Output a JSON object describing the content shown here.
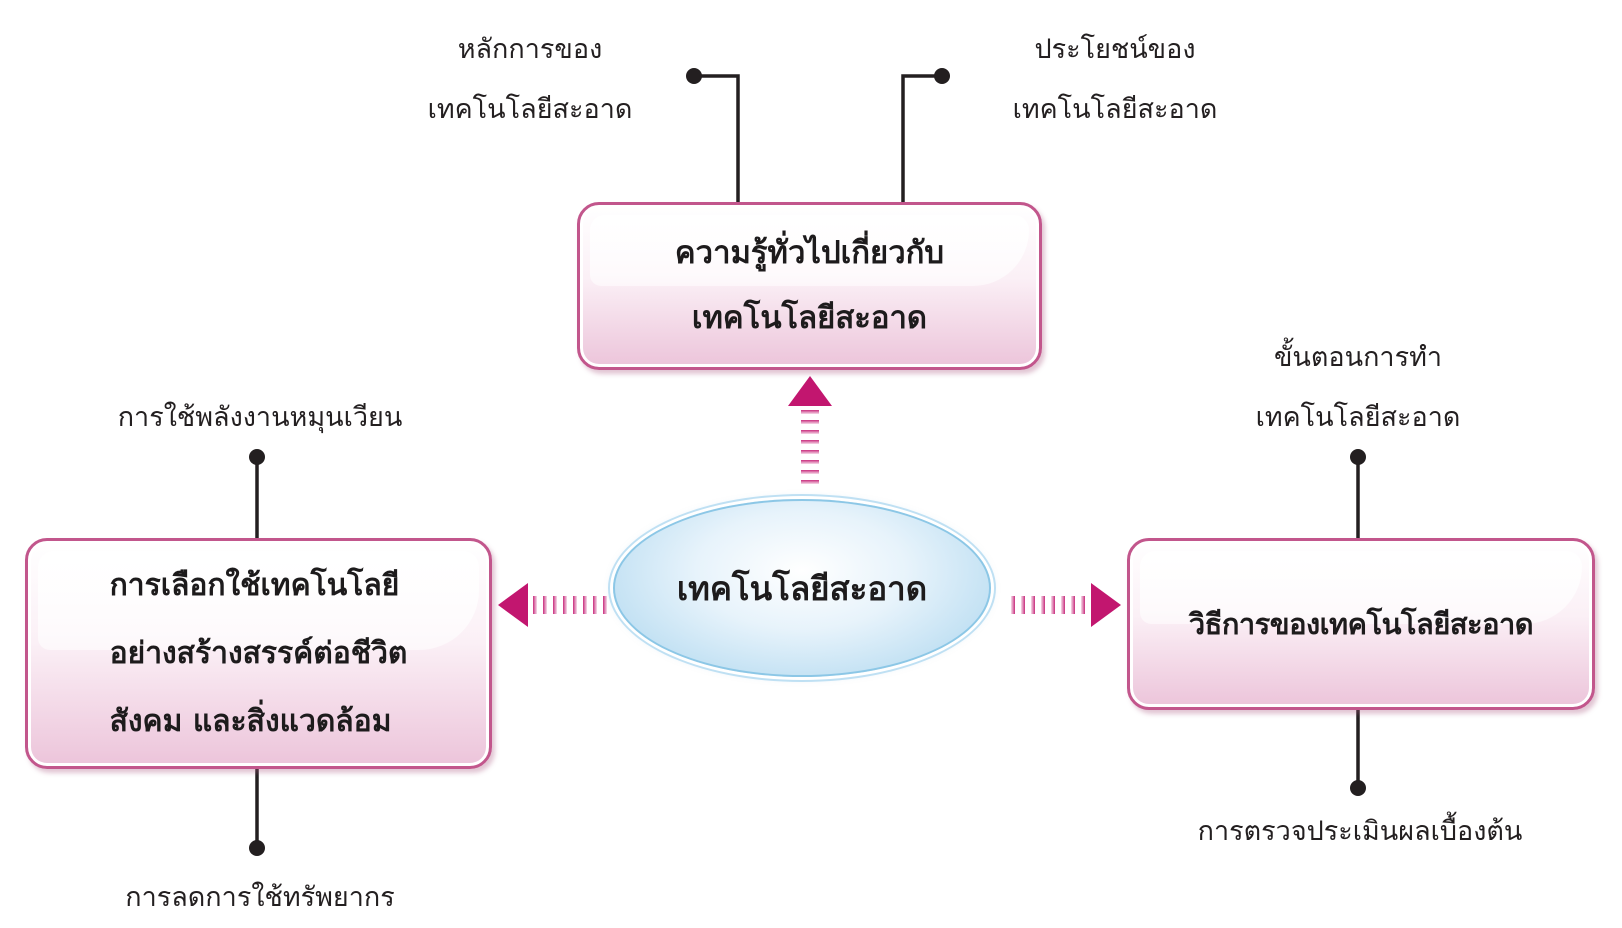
{
  "center": {
    "label": "เทคโนโลยีสะอาด"
  },
  "top_box": {
    "label": "ความรู้ทั่วไปเกี่ยวกับ\nเทคโนโลยีสะอาด"
  },
  "left_box": {
    "label": "การเลือกใช้เทคโนโลยี\nอย่างสร้างสรรค์ต่อชีวิต\nสังคม  และสิ่งแวดล้อม"
  },
  "right_box": {
    "label": "วิธีการของเทคโนโลยีสะอาด"
  },
  "leaves": {
    "top_left": "หลักการของ\nเทคโนโลยีสะอาด",
    "top_right": "ประโยชน์ของ\nเทคโนโลยีสะอาด",
    "left_top": "การใช้พลังงานหมุนเวียน",
    "left_bottom": "การลดการใช้ทรัพยากร",
    "right_top": "ขั้นตอนการทำ\nเทคโนโลยีสะอาด",
    "right_bottom": "การตรวจประเมินผลเบื้องต้น"
  },
  "colors": {
    "box_border": "#c2568c",
    "arrow": "#c2166f",
    "ellipse_border": "#8cc7e6",
    "connector": "#231f20"
  }
}
